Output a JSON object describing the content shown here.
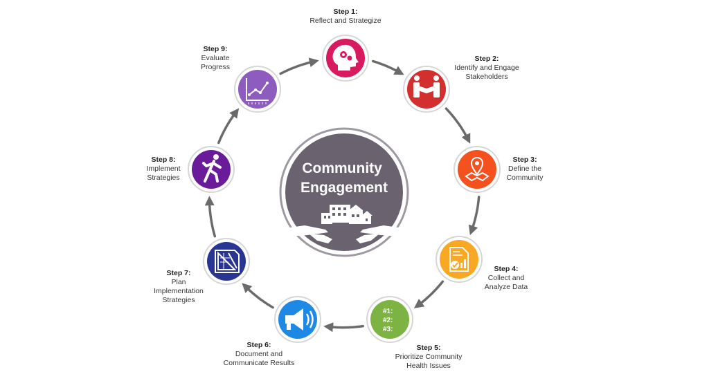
{
  "center": {
    "line1": "Community",
    "line2": "Engagement"
  },
  "steps": [
    {
      "title": "Step 1:",
      "text": "Reflect and Strategize",
      "color": "#d81b60",
      "icon": "head-gears-icon"
    },
    {
      "title": "Step 2:",
      "text": "Identify and Engage\nStakeholders",
      "color": "#d32f2f",
      "icon": "handshake-icon"
    },
    {
      "title": "Step 3:",
      "text": "Define the\nCommunity",
      "color": "#f4511e",
      "icon": "map-pin-icon"
    },
    {
      "title": "Step 4:",
      "text": "Collect and\nAnalyze Data",
      "color": "#f9a825",
      "icon": "report-chart-icon"
    },
    {
      "title": "Step 5:",
      "text": "Prioritize Community\nHealth Issues",
      "color": "#7cb342",
      "icon": "priority-list-icon"
    },
    {
      "title": "Step 6:",
      "text": "Document and\nCommunicate Results",
      "color": "#1e88e5",
      "icon": "megaphone-icon"
    },
    {
      "title": "Step 7:",
      "text": "Plan\nImplementation\nStrategies",
      "color": "#283593",
      "icon": "blueprint-icon"
    },
    {
      "title": "Step 8:",
      "text": "Implement\nStrategies",
      "color": "#6a1b9a",
      "icon": "runner-icon"
    },
    {
      "title": "Step 9:",
      "text": "Evaluate\nProgress",
      "color": "#8e5bbf",
      "icon": "line-chart-icon"
    }
  ],
  "priority_list": [
    "#1:",
    "#2:",
    "#3:"
  ],
  "colors": {
    "center": "#6b6270",
    "center_ring": "#9e98a2",
    "arrow": "#6b6b6b"
  }
}
